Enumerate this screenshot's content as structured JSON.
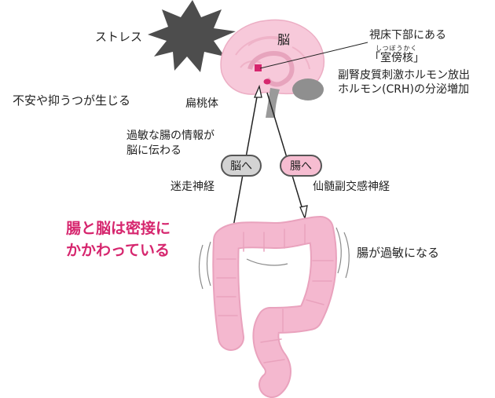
{
  "labels": {
    "stress": "ストレス",
    "anxiety": "不安や抑うつが生じる",
    "brain": "脳",
    "amygdala": "扁桃体",
    "hypothalamus": "視床下部にある",
    "pvn_reading": "しつぼうかく",
    "pvn": "「室傍核」",
    "crh_line1": "副腎皮質刺激ホルモン放出",
    "crh_line2": "ホルモン(CRH)の分泌増加",
    "gut_info_line1": "過敏な腸の情報が",
    "gut_info_line2": "脳に伝わる",
    "vagus": "迷走神経",
    "sacral": "仙髄副交感神経",
    "gut_sensitive": "腸が過敏になる",
    "connection_line1": "腸と脳は密接に",
    "connection_line2": "かかわっている"
  },
  "pills": {
    "to_brain_grey": "脳へ",
    "to_brain_pink": "腸へ"
  },
  "colors": {
    "accent_pink": "#d6266e",
    "brain_pink": "#f7c9da",
    "intestine_pink": "#f4b8cf",
    "star_gray": "#4d4d4d"
  }
}
